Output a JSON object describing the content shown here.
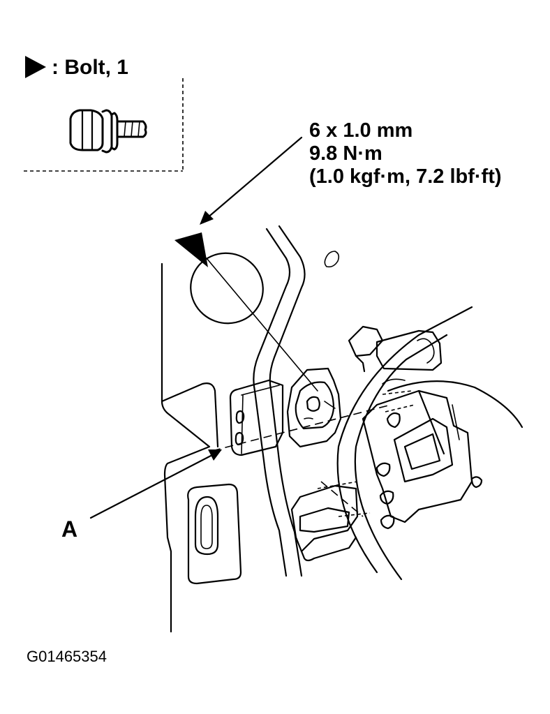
{
  "legend": {
    "label": ": Bolt, 1"
  },
  "bolt_spec": {
    "size": "6 x 1.0 mm",
    "torque_nm": "9.8 N·m",
    "torque_alt": "(1.0 kgf·m, 7.2 lbf·ft)"
  },
  "callout_a": {
    "label": "A"
  },
  "figure_id": "G01465354",
  "colors": {
    "ink": "#000000",
    "paper": "#ffffff"
  },
  "icons": {
    "bolt_marker": "solid-triangle-icon",
    "bolt_illustration": "flange-bolt-icon"
  }
}
